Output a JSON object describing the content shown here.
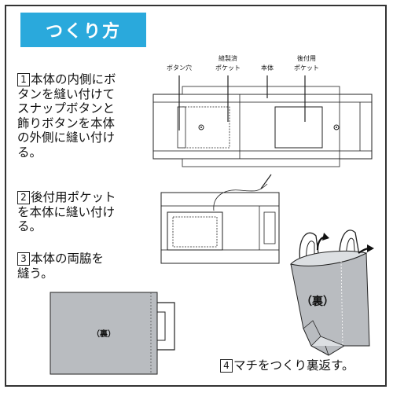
{
  "header": {
    "title": "つくり方"
  },
  "steps": [
    {
      "number": "1",
      "text": "本体の内側にボ\nタンを縫い付けて\nスナップボタンと\n飾りボタンを本体\nの外側に縫い付け\nる。"
    },
    {
      "number": "2",
      "text": "後付用ポケット\nを本体に縫い付け\nる。"
    },
    {
      "number": "3",
      "text": "本体の両脇を\n縫う。"
    },
    {
      "number": "4",
      "text": "マチをつくり裏返す。"
    }
  ],
  "figure1": {
    "labels": {
      "button_hole": "ボタン穴",
      "sewn_pocket_l1": "縫製済",
      "sewn_pocket_l2": "ポケット",
      "body": "本体",
      "attach_pocket_l1": "後付用",
      "attach_pocket_l2": "ポケット"
    }
  },
  "figure3": {
    "reverse_label": "（裏）"
  },
  "figure4": {
    "reverse_label": "（裏）"
  },
  "colors": {
    "header_bg": "#2aa9dc",
    "fabric": "#b9bcc0",
    "fabric_light": "#dcdfe2",
    "outline": "#222222"
  }
}
